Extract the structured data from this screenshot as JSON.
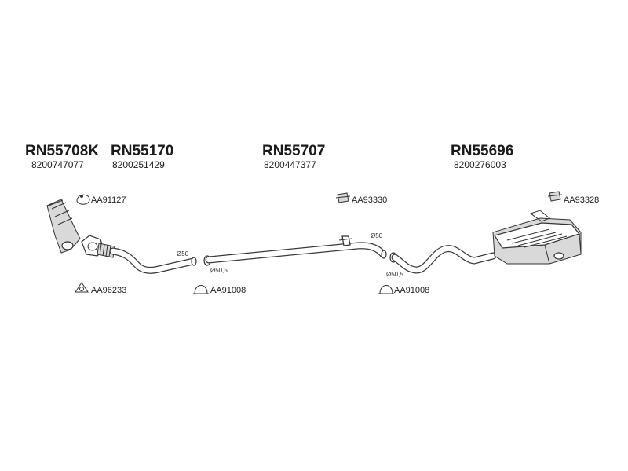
{
  "parts": [
    {
      "id": "rn55708k",
      "number": "RN55708K",
      "oem": "8200747077"
    },
    {
      "id": "rn55170",
      "number": "RN55170",
      "oem": "8200251429"
    },
    {
      "id": "rn55707",
      "number": "RN55707",
      "oem": "8200447377"
    },
    {
      "id": "rn55696",
      "number": "RN55696",
      "oem": "8200276003"
    }
  ],
  "accessories": {
    "aa91127": "AA91127",
    "aa93330": "AA93330",
    "aa93328": "AA93328",
    "aa96233": "AA96233",
    "aa91008_a": "AA91008",
    "aa91008_b": "AA91008"
  },
  "diameters": {
    "d1": "Ø50",
    "d2": "Ø50,5",
    "d3": "Ø50",
    "d4": "Ø50,5"
  }
}
